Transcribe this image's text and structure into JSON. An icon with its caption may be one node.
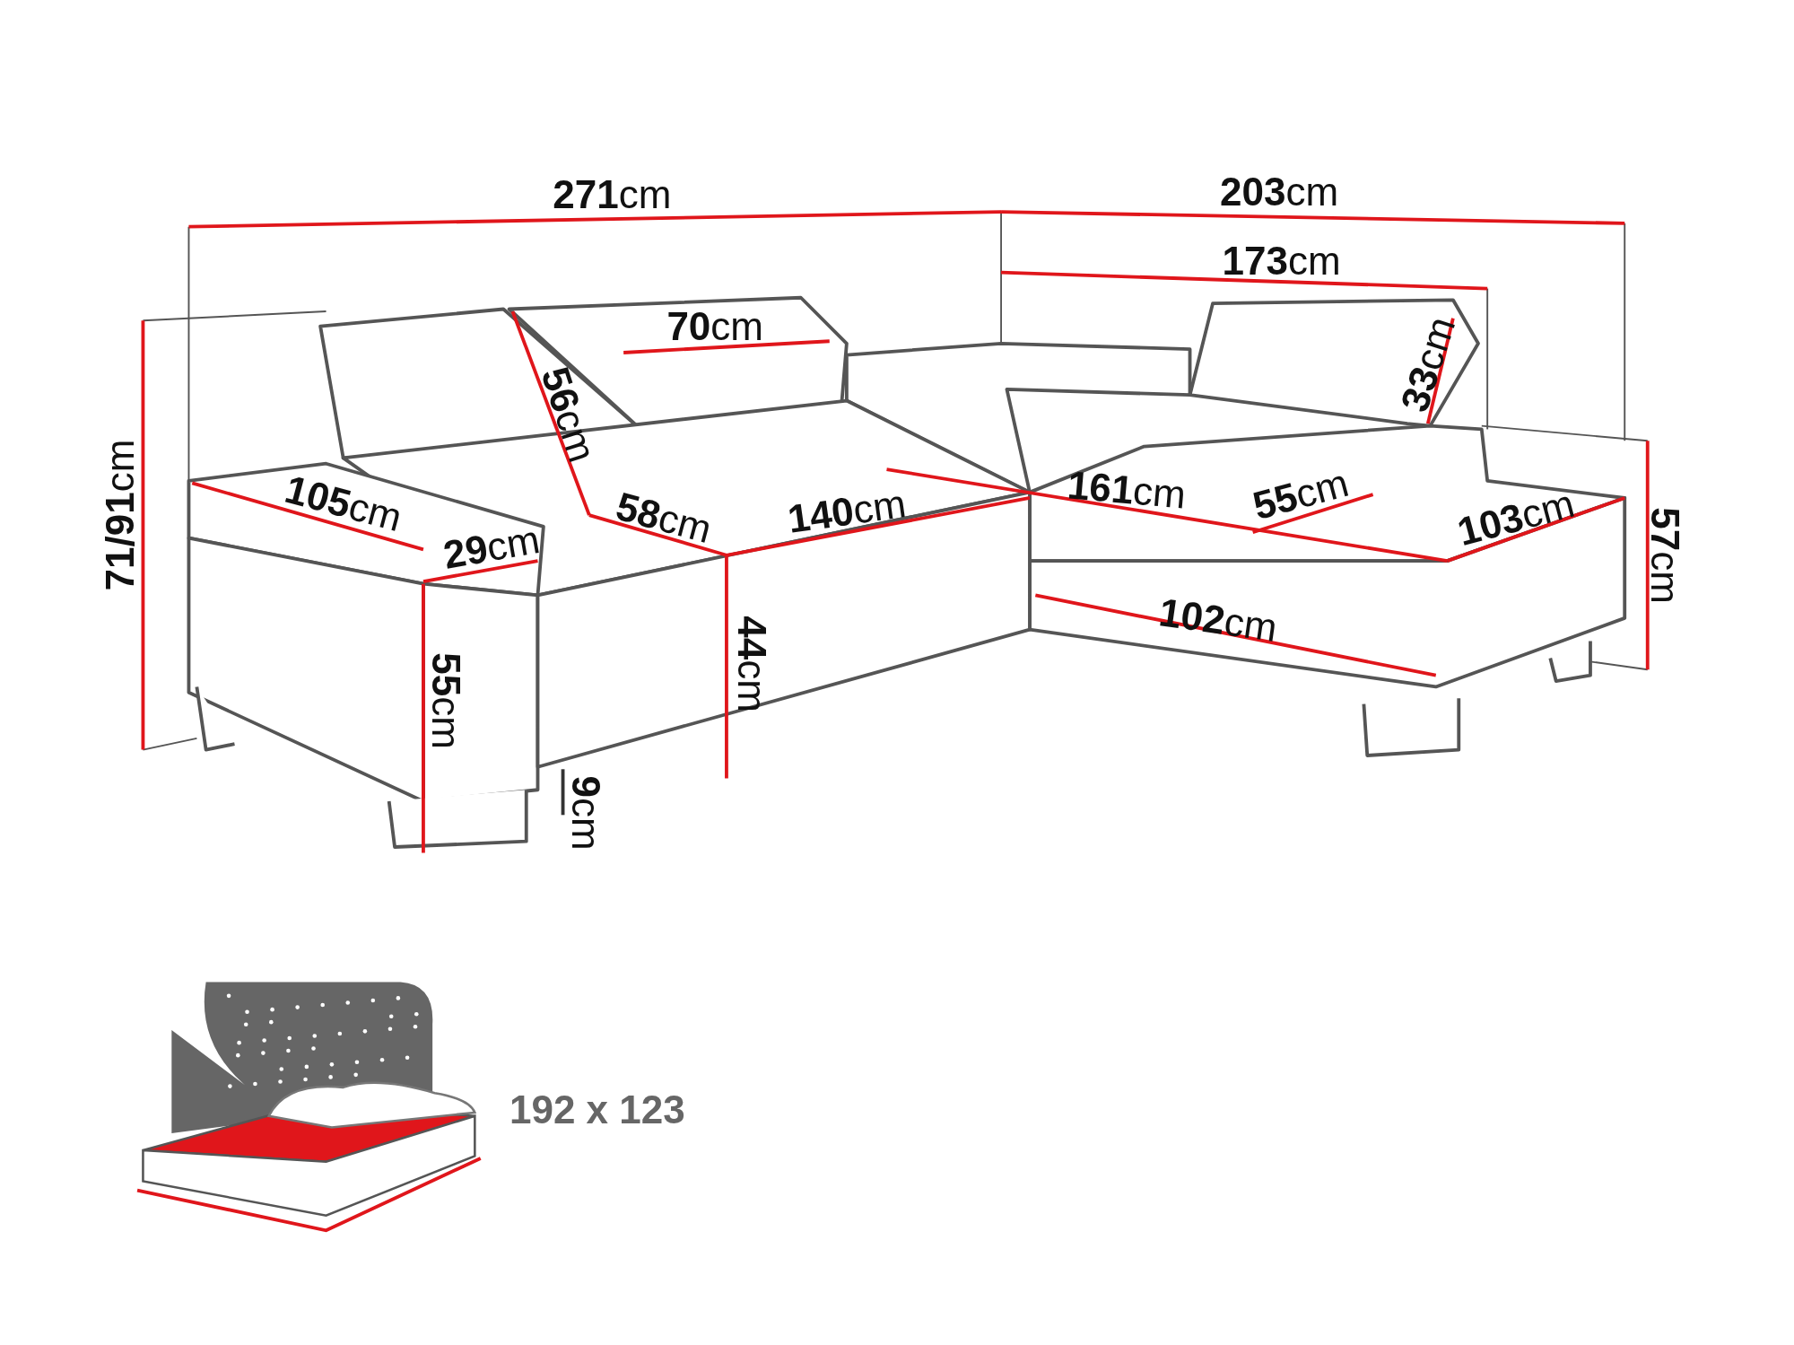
{
  "diagram": {
    "labels": [
      "**271**cm",
      "**203**cm",
      "**173**cm",
      "**70**cm",
      "**33**cm",
      "**56**cm",
      "**71/91**cm",
      "**105**cm",
      "**58**cm",
      "**140**cm",
      "**161**cm",
      "**55**cm",
      "**103**cm",
      "**57**cm",
      "**29**cm",
      "**102**cm",
      "**55**cm",
      "**44**cm",
      "**9**cm",
      "192 x 123"
    ]
  }
}
